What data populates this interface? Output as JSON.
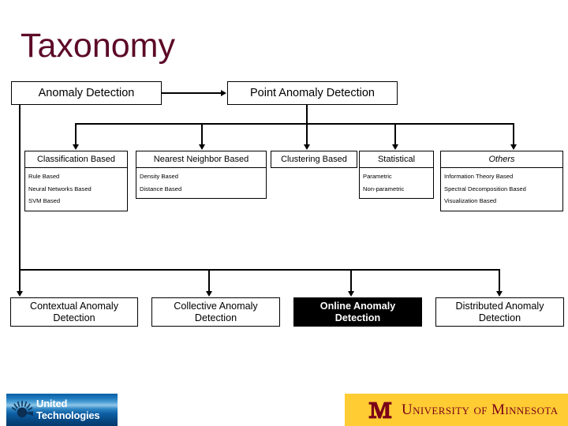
{
  "slide": {
    "title": "Taxonomy",
    "title_color": "#5c0a28",
    "background": "#ffffff"
  },
  "diagram": {
    "root": {
      "label": "Anomaly Detection"
    },
    "point_node": {
      "label": "Point Anomaly Detection"
    },
    "categories": [
      {
        "header": "Classification Based",
        "italic": false,
        "items": [
          "Rule Based",
          "Neural Networks Based",
          "SVM Based"
        ]
      },
      {
        "header": "Nearest Neighbor Based",
        "italic": false,
        "items": [
          "Density Based",
          "Distance Based"
        ]
      },
      {
        "header": "Clustering Based",
        "italic": false,
        "items": []
      },
      {
        "header": "Statistical",
        "italic": false,
        "items": [
          "Parametric",
          "Non-parametric"
        ]
      },
      {
        "header": "Others",
        "italic": true,
        "items": [
          "Information Theory Based",
          "Spectral Decomposition Based",
          "Visualization Based"
        ]
      }
    ],
    "leaves": [
      {
        "line1": "Contextual Anomaly",
        "line2": "Detection",
        "highlighted": false
      },
      {
        "line1": "Collective Anomaly",
        "line2": "Detection",
        "highlighted": false
      },
      {
        "line1": "Online Anomaly",
        "line2": "Detection",
        "highlighted": true
      },
      {
        "line1": "Distributed Anomaly",
        "line2": "Detection",
        "highlighted": false
      }
    ]
  },
  "logos": {
    "utc": {
      "line1": "United",
      "line2": "Technologies",
      "accent": "#0a5fa5"
    },
    "umn": {
      "text": "University of Minnesota",
      "background": "#ffcc33",
      "accent": "#7a0019"
    }
  }
}
